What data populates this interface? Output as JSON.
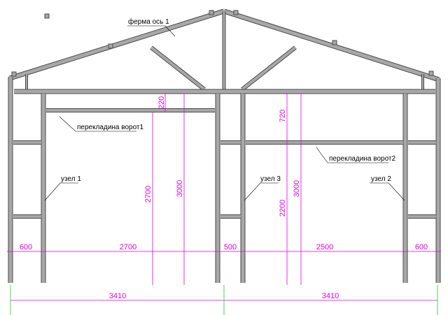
{
  "labels": {
    "truss": "ферма ось 1",
    "lintel1": "перекладина ворот1",
    "lintel2": "перекладина ворот2",
    "node1": "узел 1",
    "node2": "узел 2",
    "node3": "узел 3"
  },
  "dimensions": {
    "horizontal": [
      "600",
      "2700",
      "500",
      "2500",
      "600"
    ],
    "overall": [
      "3410",
      "3410"
    ],
    "vertical": {
      "gate1_top_gap": "220",
      "gate1_height": "2700",
      "gate1_total": "3000",
      "gate2_top_gap": "720",
      "gate2_height": "2200",
      "gate2_total": "3000"
    }
  },
  "colors": {
    "member_fill": "#a8a8a8",
    "member_edge": "#4a4a4a",
    "dimension": "#e000e0",
    "axis": "#22cc22"
  }
}
